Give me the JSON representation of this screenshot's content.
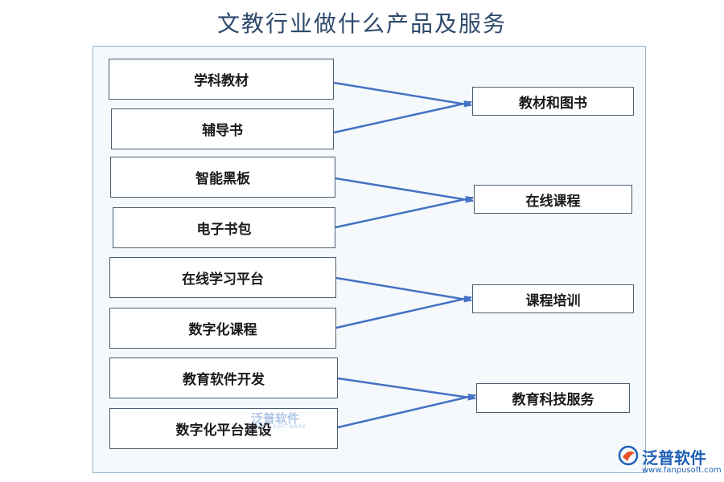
{
  "title": "文教行业做什么产品及服务",
  "sources": [
    {
      "label": "学科教材"
    },
    {
      "label": "辅导书"
    },
    {
      "label": "智能黑板"
    },
    {
      "label": "电子书包"
    },
    {
      "label": "在线学习平台"
    },
    {
      "label": "数字化课程"
    },
    {
      "label": "教育软件开发"
    },
    {
      "label": "数字化平台建设"
    }
  ],
  "targets": [
    {
      "label": "教材和图书"
    },
    {
      "label": "在线课程"
    },
    {
      "label": "课程培训"
    },
    {
      "label": "教育科技服务"
    }
  ],
  "connections": [
    {
      "from": "学科教材",
      "to": "教材和图书"
    },
    {
      "from": "辅导书",
      "to": "教材和图书"
    },
    {
      "from": "智能黑板",
      "to": "在线课程"
    },
    {
      "from": "电子书包",
      "to": "在线课程"
    },
    {
      "from": "在线学习平台",
      "to": "课程培训"
    },
    {
      "from": "数字化课程",
      "to": "课程培训"
    },
    {
      "from": "教育软件开发",
      "to": "教育科技服务"
    },
    {
      "from": "数字化平台建设",
      "to": "教育科技服务"
    }
  ],
  "colors": {
    "arrow": "#4472c4",
    "box_border": "#4a5d6e",
    "panel_bg": "#f5f9fc",
    "brand": "#1f5fb5",
    "logo_accent": "#e8532b"
  },
  "watermark": {
    "name": "泛普软件",
    "sub": "FANPU SOFTWARE"
  },
  "logo": {
    "name": "泛普软件",
    "url": "www.fanpusoft.com",
    "icon": "fanpu-logo-icon"
  }
}
